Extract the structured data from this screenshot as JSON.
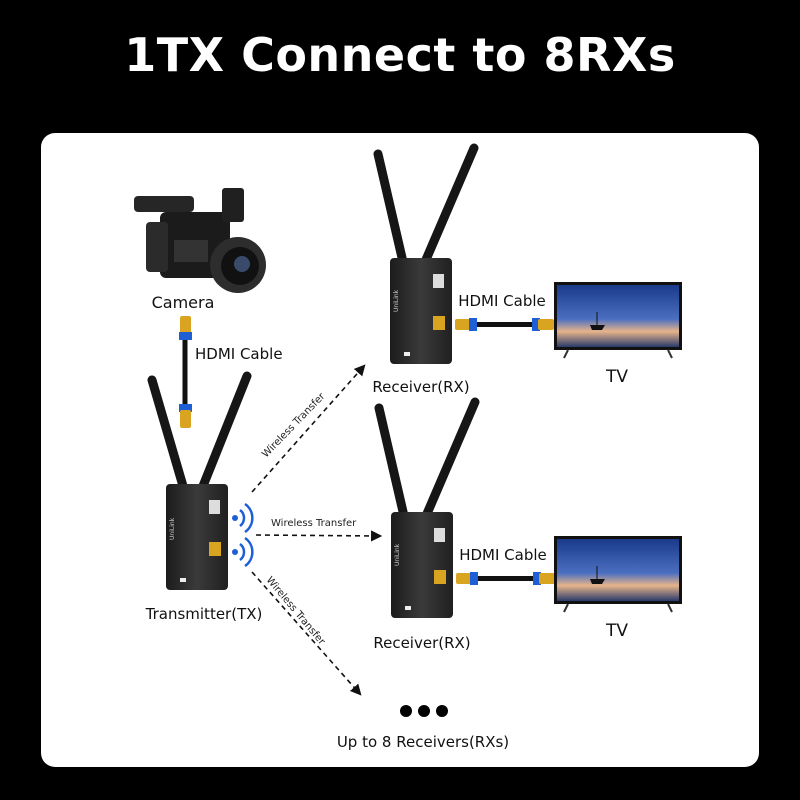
{
  "title": "1TX Connect to 8RXs",
  "labels": {
    "camera": "Camera",
    "hdmi_cable_camera": "HDMI Cable",
    "transmitter": "Transmitter(TX)",
    "receiver_top": "Receiver(RX)",
    "receiver_bottom": "Receiver(RX)",
    "hdmi_cable_rx_top": "HDMI Cable",
    "hdmi_cable_rx_bottom": "HDMI Cable",
    "tv_top": "TV",
    "tv_bottom": "TV",
    "wireless_up": "Wireless Transfer",
    "wireless_mid": "Wireless Transfer",
    "wireless_down": "Wireless Transfer",
    "up_to": "Up to 8 Receivers(RXs)"
  },
  "colors": {
    "background": "#000000",
    "panel": "#ffffff",
    "device": "#2a2a2a",
    "wifi_blue": "#1e5fd6",
    "hdmi_gold": "#d9a521",
    "tv_sky": "#1c2f6e"
  },
  "icons": [
    "camera-icon",
    "transmitter-icon",
    "receiver-icon",
    "tv-icon",
    "hdmi-cable-icon",
    "wifi-signal-icon"
  ]
}
